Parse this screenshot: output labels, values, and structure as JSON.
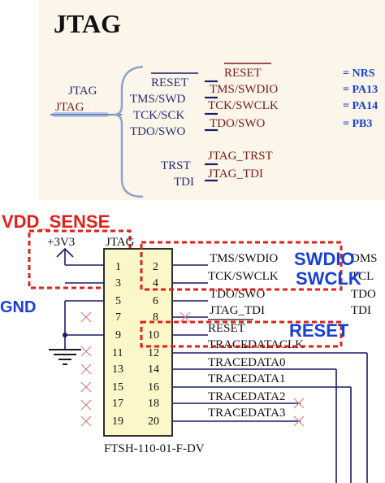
{
  "title": "JTAG",
  "top_group": {
    "left_labels": [
      "JTAG",
      "JTAG"
    ],
    "middle": [
      "RESET",
      "TMS/SWD",
      "TCK/SCK",
      "TDO/SWO",
      "TRST",
      "TDI"
    ],
    "right": [
      "RESET",
      "TMS/SWDIO",
      "TCK/SWCLK",
      "TDO/SWO",
      "JTAG_TRST",
      "JTAG_TDI"
    ],
    "equals": [
      "= NRS",
      "= PA13",
      "= PA14",
      "= PB3"
    ]
  },
  "connector": {
    "label": "JTAG",
    "part": "FTSH-110-01-F-DV",
    "supply": "+3V3",
    "left_pins": [
      "1",
      "3",
      "5",
      "7",
      "9",
      "11",
      "13",
      "15",
      "17",
      "19"
    ],
    "right_pins": [
      "2",
      "4",
      "6",
      "8",
      "10",
      "12",
      "14",
      "16",
      "18",
      "20"
    ],
    "nets": [
      "TMS/SWDIO",
      "TCK/SWCLK",
      "TDO/SWO",
      "JTAG_TDI",
      "RESET",
      "TRACEDATACLK",
      "TRACEDATA0",
      "TRACEDATA1",
      "TRACEDATA2",
      "TRACEDATA3"
    ],
    "far_right": [
      "DMS",
      "TCL",
      "TDO",
      "TDI"
    ]
  },
  "annotations": {
    "vdd_sense": "VDD_SENSE",
    "gnd": "GND",
    "swdio": "SWDIO",
    "swclk": "SWCLK",
    "reset": "RESET"
  },
  "colors": {
    "annotation_blue": "#1a3fd6",
    "annotation_red": "#e0201a",
    "net_wire": "#1a1a6a"
  }
}
